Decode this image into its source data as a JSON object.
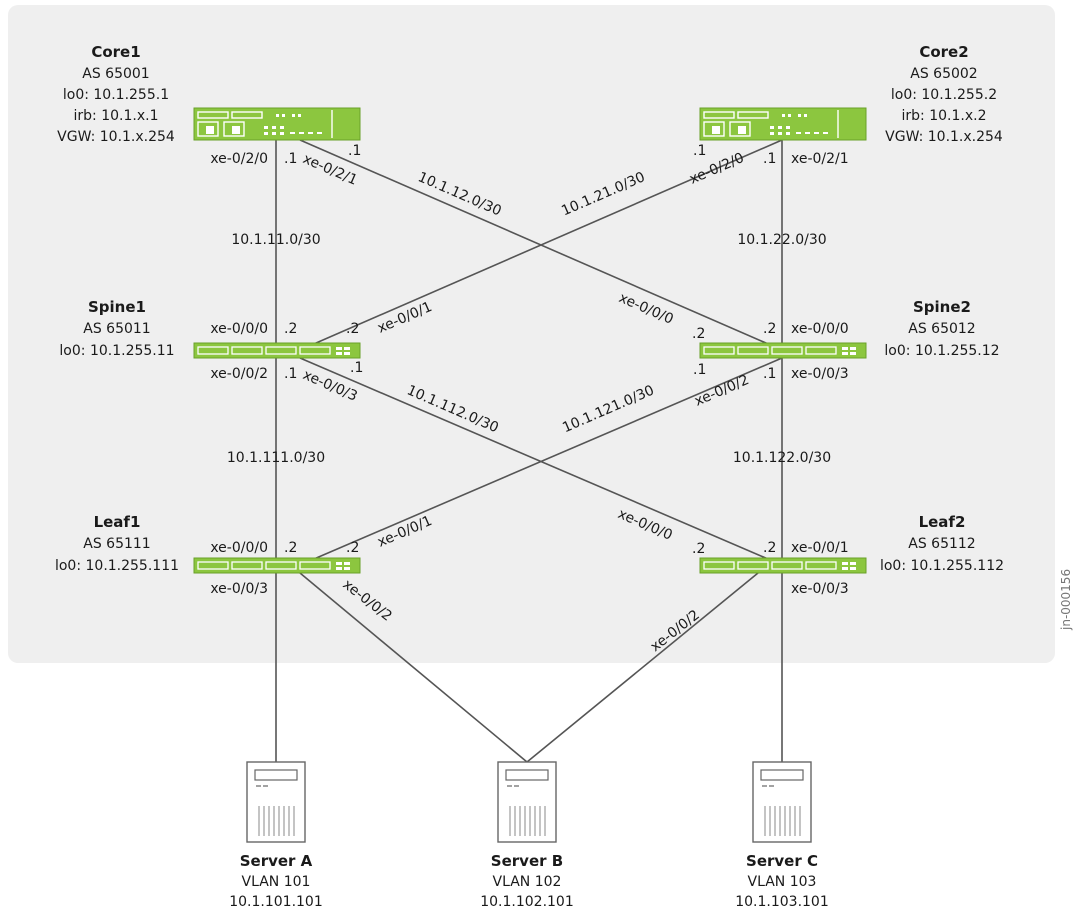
{
  "figure_id": "jn-000156",
  "colors": {
    "device": "#8cc63f",
    "device_outline": "#6aa12a",
    "panel": "#efefef",
    "link": "#555555"
  },
  "core1": {
    "name": "Core1",
    "as": "AS 65001",
    "lo0": "lo0: 10.1.255.1",
    "irb": "irb: 10.1.x.1",
    "vgw": "VGW: 10.1.x.254",
    "icon": "router-icon"
  },
  "core2": {
    "name": "Core2",
    "as": "AS 65002",
    "lo0": "lo0: 10.1.255.2",
    "irb": "irb: 10.1.x.2",
    "vgw": "VGW: 10.1.x.254",
    "icon": "router-icon"
  },
  "spine1": {
    "name": "Spine1",
    "as": "AS 65011",
    "lo0": "lo0: 10.1.255.11",
    "icon": "switch-icon"
  },
  "spine2": {
    "name": "Spine2",
    "as": "AS 65012",
    "lo0": "lo0: 10.1.255.12",
    "icon": "switch-icon"
  },
  "leaf1": {
    "name": "Leaf1",
    "as": "AS 65111",
    "lo0": "lo0: 10.1.255.111",
    "icon": "switch-icon"
  },
  "leaf2": {
    "name": "Leaf2",
    "as": "AS 65112",
    "lo0": "lo0: 10.1.255.112",
    "icon": "switch-icon"
  },
  "server_a": {
    "name": "Server A",
    "vlan": "VLAN 101",
    "ip": "10.1.101.101",
    "icon": "server-icon"
  },
  "server_b": {
    "name": "Server B",
    "vlan": "VLAN 102",
    "ip": "10.1.102.101",
    "icon": "server-icon"
  },
  "server_c": {
    "name": "Server C",
    "vlan": "VLAN 103",
    "ip": "10.1.103.101",
    "icon": "server-icon"
  },
  "subnets": {
    "core1_spine1": "10.1.11.0/30",
    "core1_spine2": "10.1.12.0/30",
    "core2_spine1": "10.1.21.0/30",
    "core2_spine2": "10.1.22.0/30",
    "spine1_leaf1": "10.1.111.0/30",
    "spine1_leaf2": "10.1.112.0/30",
    "spine2_leaf1": "10.1.121.0/30",
    "spine2_leaf2": "10.1.122.0/30"
  },
  "interfaces": {
    "core1_down": "xe-0/2/0",
    "core1_cross": "xe-0/2/1",
    "core2_cross": "xe-0/2/0",
    "core2_down": "xe-0/2/1",
    "spine1_up_straight": "xe-0/0/0",
    "spine1_up_cross": "xe-0/0/1",
    "spine1_down_straight": "xe-0/0/2",
    "spine1_down_cross": "xe-0/0/3",
    "spine2_up_cross": "xe-0/0/0",
    "spine2_up_straight": "xe-0/0/0",
    "spine2_down_cross": "xe-0/0/2",
    "spine2_down_straight": "xe-0/0/3",
    "leaf1_up_straight": "xe-0/0/0",
    "leaf1_up_cross": "xe-0/0/1",
    "leaf1_server_a": "xe-0/0/3",
    "leaf1_server_b": "xe-0/0/2",
    "leaf2_up_cross": "xe-0/0/0",
    "leaf2_up_straight": "xe-0/0/1",
    "leaf2_server_b": "xe-0/0/2",
    "leaf2_server_c": "xe-0/0/3"
  },
  "host_ids": {
    "dot1": ".1",
    "dot2": ".2"
  }
}
